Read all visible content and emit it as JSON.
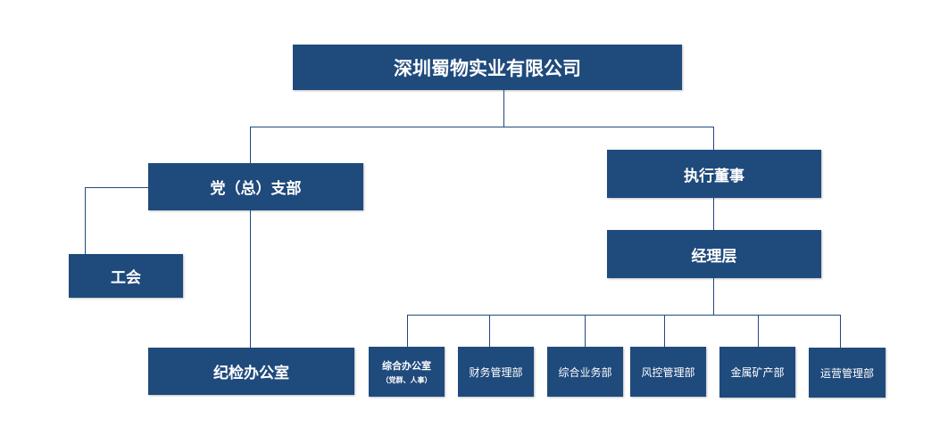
{
  "org": {
    "company": "深圳蜀物实业有限公司",
    "party_branch": "党（总）支部",
    "executive_director": "执行董事",
    "union": "工会",
    "management": "经理层",
    "discipline_office": "纪检办公室",
    "departments": {
      "general_office": {
        "label": "综合办公室",
        "sub": "（党群、人事）"
      },
      "finance": "财务管理部",
      "business": "综合业务部",
      "risk": "风控管理部",
      "metal_mining": "金属矿产部",
      "operations": "运营管理部"
    }
  },
  "colors": {
    "box": "#1f4a7c",
    "text": "#ffffff",
    "line": "#1f4a7c"
  }
}
